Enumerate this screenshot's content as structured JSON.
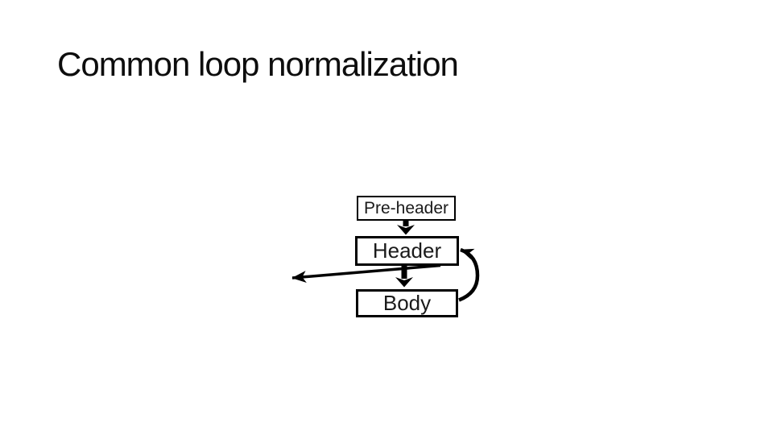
{
  "slide": {
    "title": "Common loop normalization",
    "background_color": "#ffffff",
    "ink_color": "#000000"
  },
  "diagram": {
    "nodes": [
      {
        "id": "pre-header",
        "label": "Pre-header"
      },
      {
        "id": "header",
        "label": "Header"
      },
      {
        "id": "body",
        "label": "Body"
      }
    ],
    "edges": [
      {
        "from": "pre-header",
        "to": "header",
        "style": "thick-arrow-down"
      },
      {
        "from": "header",
        "to": "body",
        "style": "thick-arrow-down"
      },
      {
        "from": "body",
        "to": "header",
        "style": "curved-back-edge-right"
      },
      {
        "from": "header",
        "to": "loop-exit-left",
        "style": "long-thin-arrow-left"
      }
    ]
  }
}
